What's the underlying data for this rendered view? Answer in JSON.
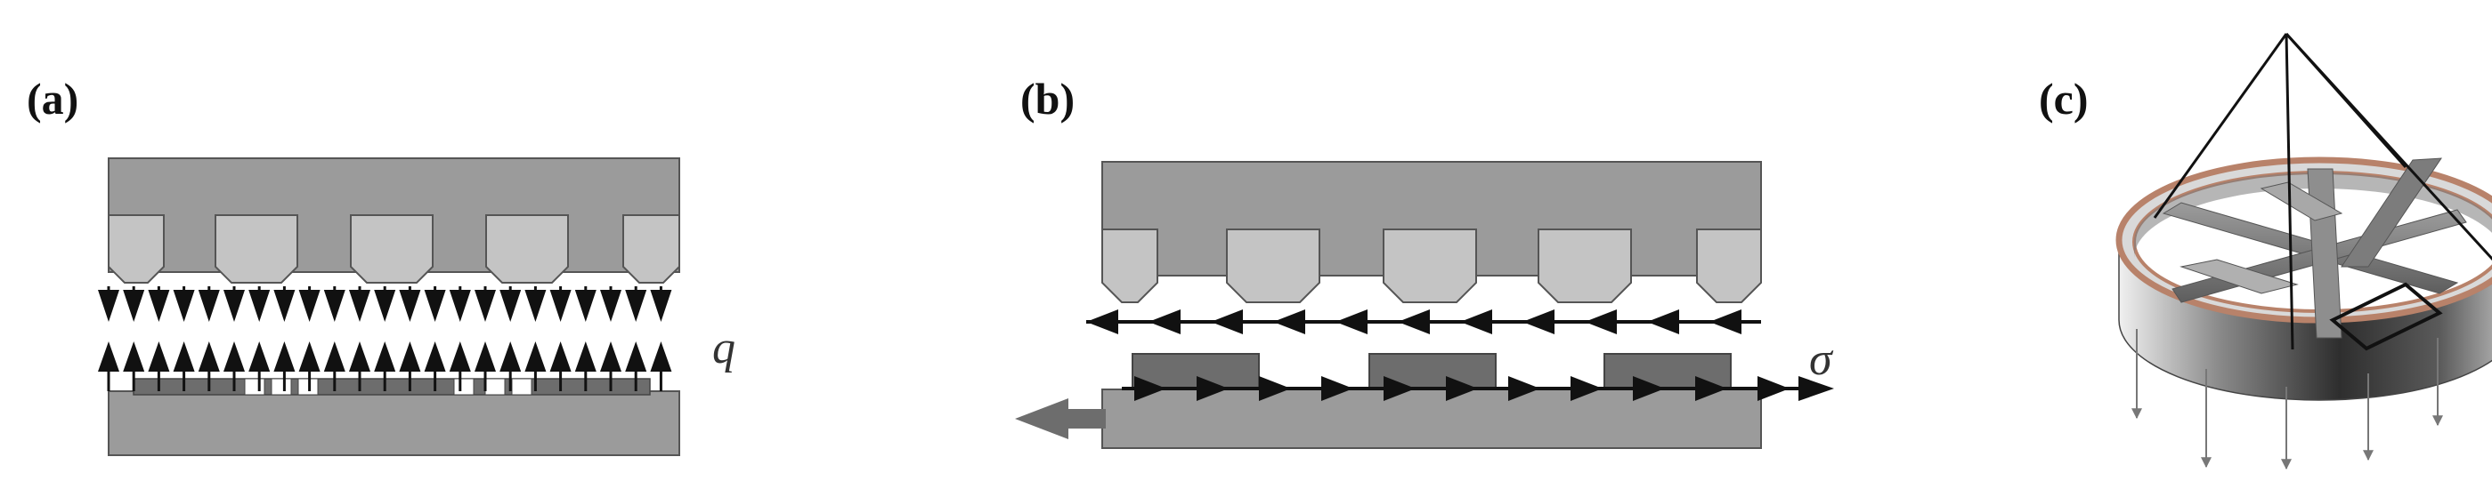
{
  "panels": [
    {
      "label": "(a)",
      "variable": "q"
    },
    {
      "label": "(b)",
      "variable": "σ"
    },
    {
      "label": "(c)"
    }
  ],
  "colors": {
    "steel": "#9b9b9b",
    "steel_dark": "#6d6d6d",
    "pocket": "#c4c4c4",
    "arrow": "#111111",
    "ring_copper": "#b8826a"
  }
}
